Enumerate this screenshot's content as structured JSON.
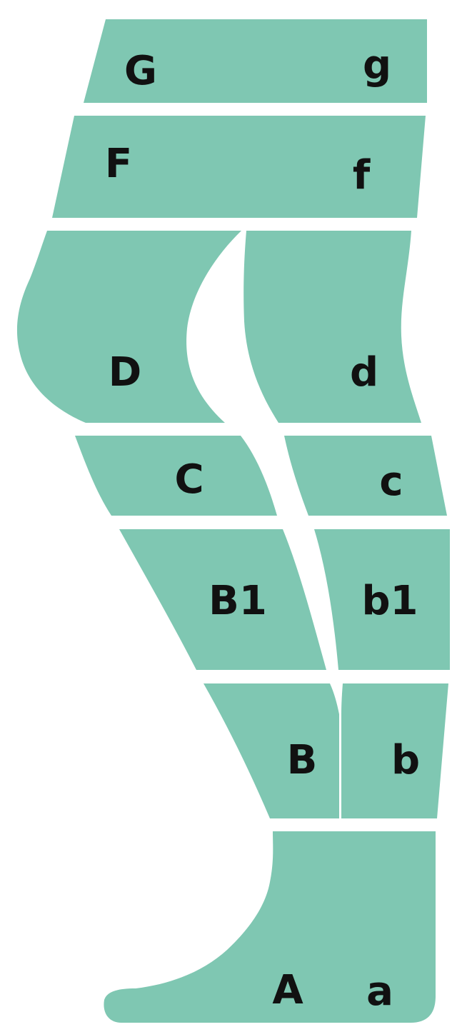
{
  "diagram": {
    "fill_color": "#7fc7b2",
    "label_color": "#111111",
    "zones": [
      {
        "id": "G",
        "front_label": "G",
        "back_label": "g"
      },
      {
        "id": "F",
        "front_label": "F",
        "back_label": "f"
      },
      {
        "id": "D",
        "front_label": "D",
        "back_label": "d"
      },
      {
        "id": "C",
        "front_label": "C",
        "back_label": "c"
      },
      {
        "id": "B1",
        "front_label": "B1",
        "back_label": "b1"
      },
      {
        "id": "B",
        "front_label": "B",
        "back_label": "b"
      },
      {
        "id": "A",
        "front_label": "A",
        "back_label": "a"
      }
    ]
  }
}
